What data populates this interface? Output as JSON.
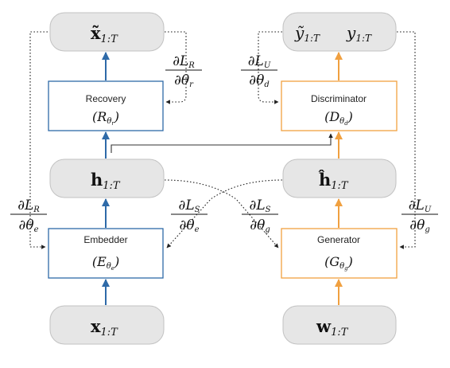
{
  "nodes": {
    "x_tilde": "x̃",
    "x_tilde_sub": "1:T",
    "y_tilde": "ỹ",
    "y_tilde_sub": "1:T",
    "y": "y",
    "y_sub": "1:T",
    "h": "h",
    "h_sub": "1:T",
    "h_hat": "ĥ",
    "h_hat_sub": "1:T",
    "x": "x",
    "x_sub": "1:T",
    "w": "w",
    "w_sub": "1:T"
  },
  "modules": {
    "recovery": {
      "label": "Recovery",
      "symbol": "R",
      "param": "θ",
      "param_sub": "r"
    },
    "discriminator": {
      "label": "Discriminator",
      "symbol": "D",
      "param": "θ",
      "param_sub": "d"
    },
    "embedder": {
      "label": "Embedder",
      "symbol": "E",
      "param": "θ",
      "param_sub": "e"
    },
    "generator": {
      "label": "Generator",
      "symbol": "G",
      "param": "θ",
      "param_sub": "g"
    }
  },
  "gradients": {
    "LR_r": {
      "loss": "L",
      "loss_sub": "R",
      "param_sub": "r"
    },
    "LU_d": {
      "loss": "L",
      "loss_sub": "U",
      "param_sub": "d"
    },
    "LR_e": {
      "loss": "L",
      "loss_sub": "R",
      "param_sub": "e"
    },
    "LS_e": {
      "loss": "L",
      "loss_sub": "S",
      "param_sub": "e"
    },
    "LS_g": {
      "loss": "L",
      "loss_sub": "S",
      "param_sub": "g"
    },
    "LU_g": {
      "loss": "L",
      "loss_sub": "U",
      "param_sub": "g"
    }
  },
  "symbols": {
    "partial": "∂",
    "theta": "θ"
  },
  "colors": {
    "blue": "#2e6aa8",
    "orange": "#f0a040",
    "pill_fill": "#e6e6e6"
  }
}
